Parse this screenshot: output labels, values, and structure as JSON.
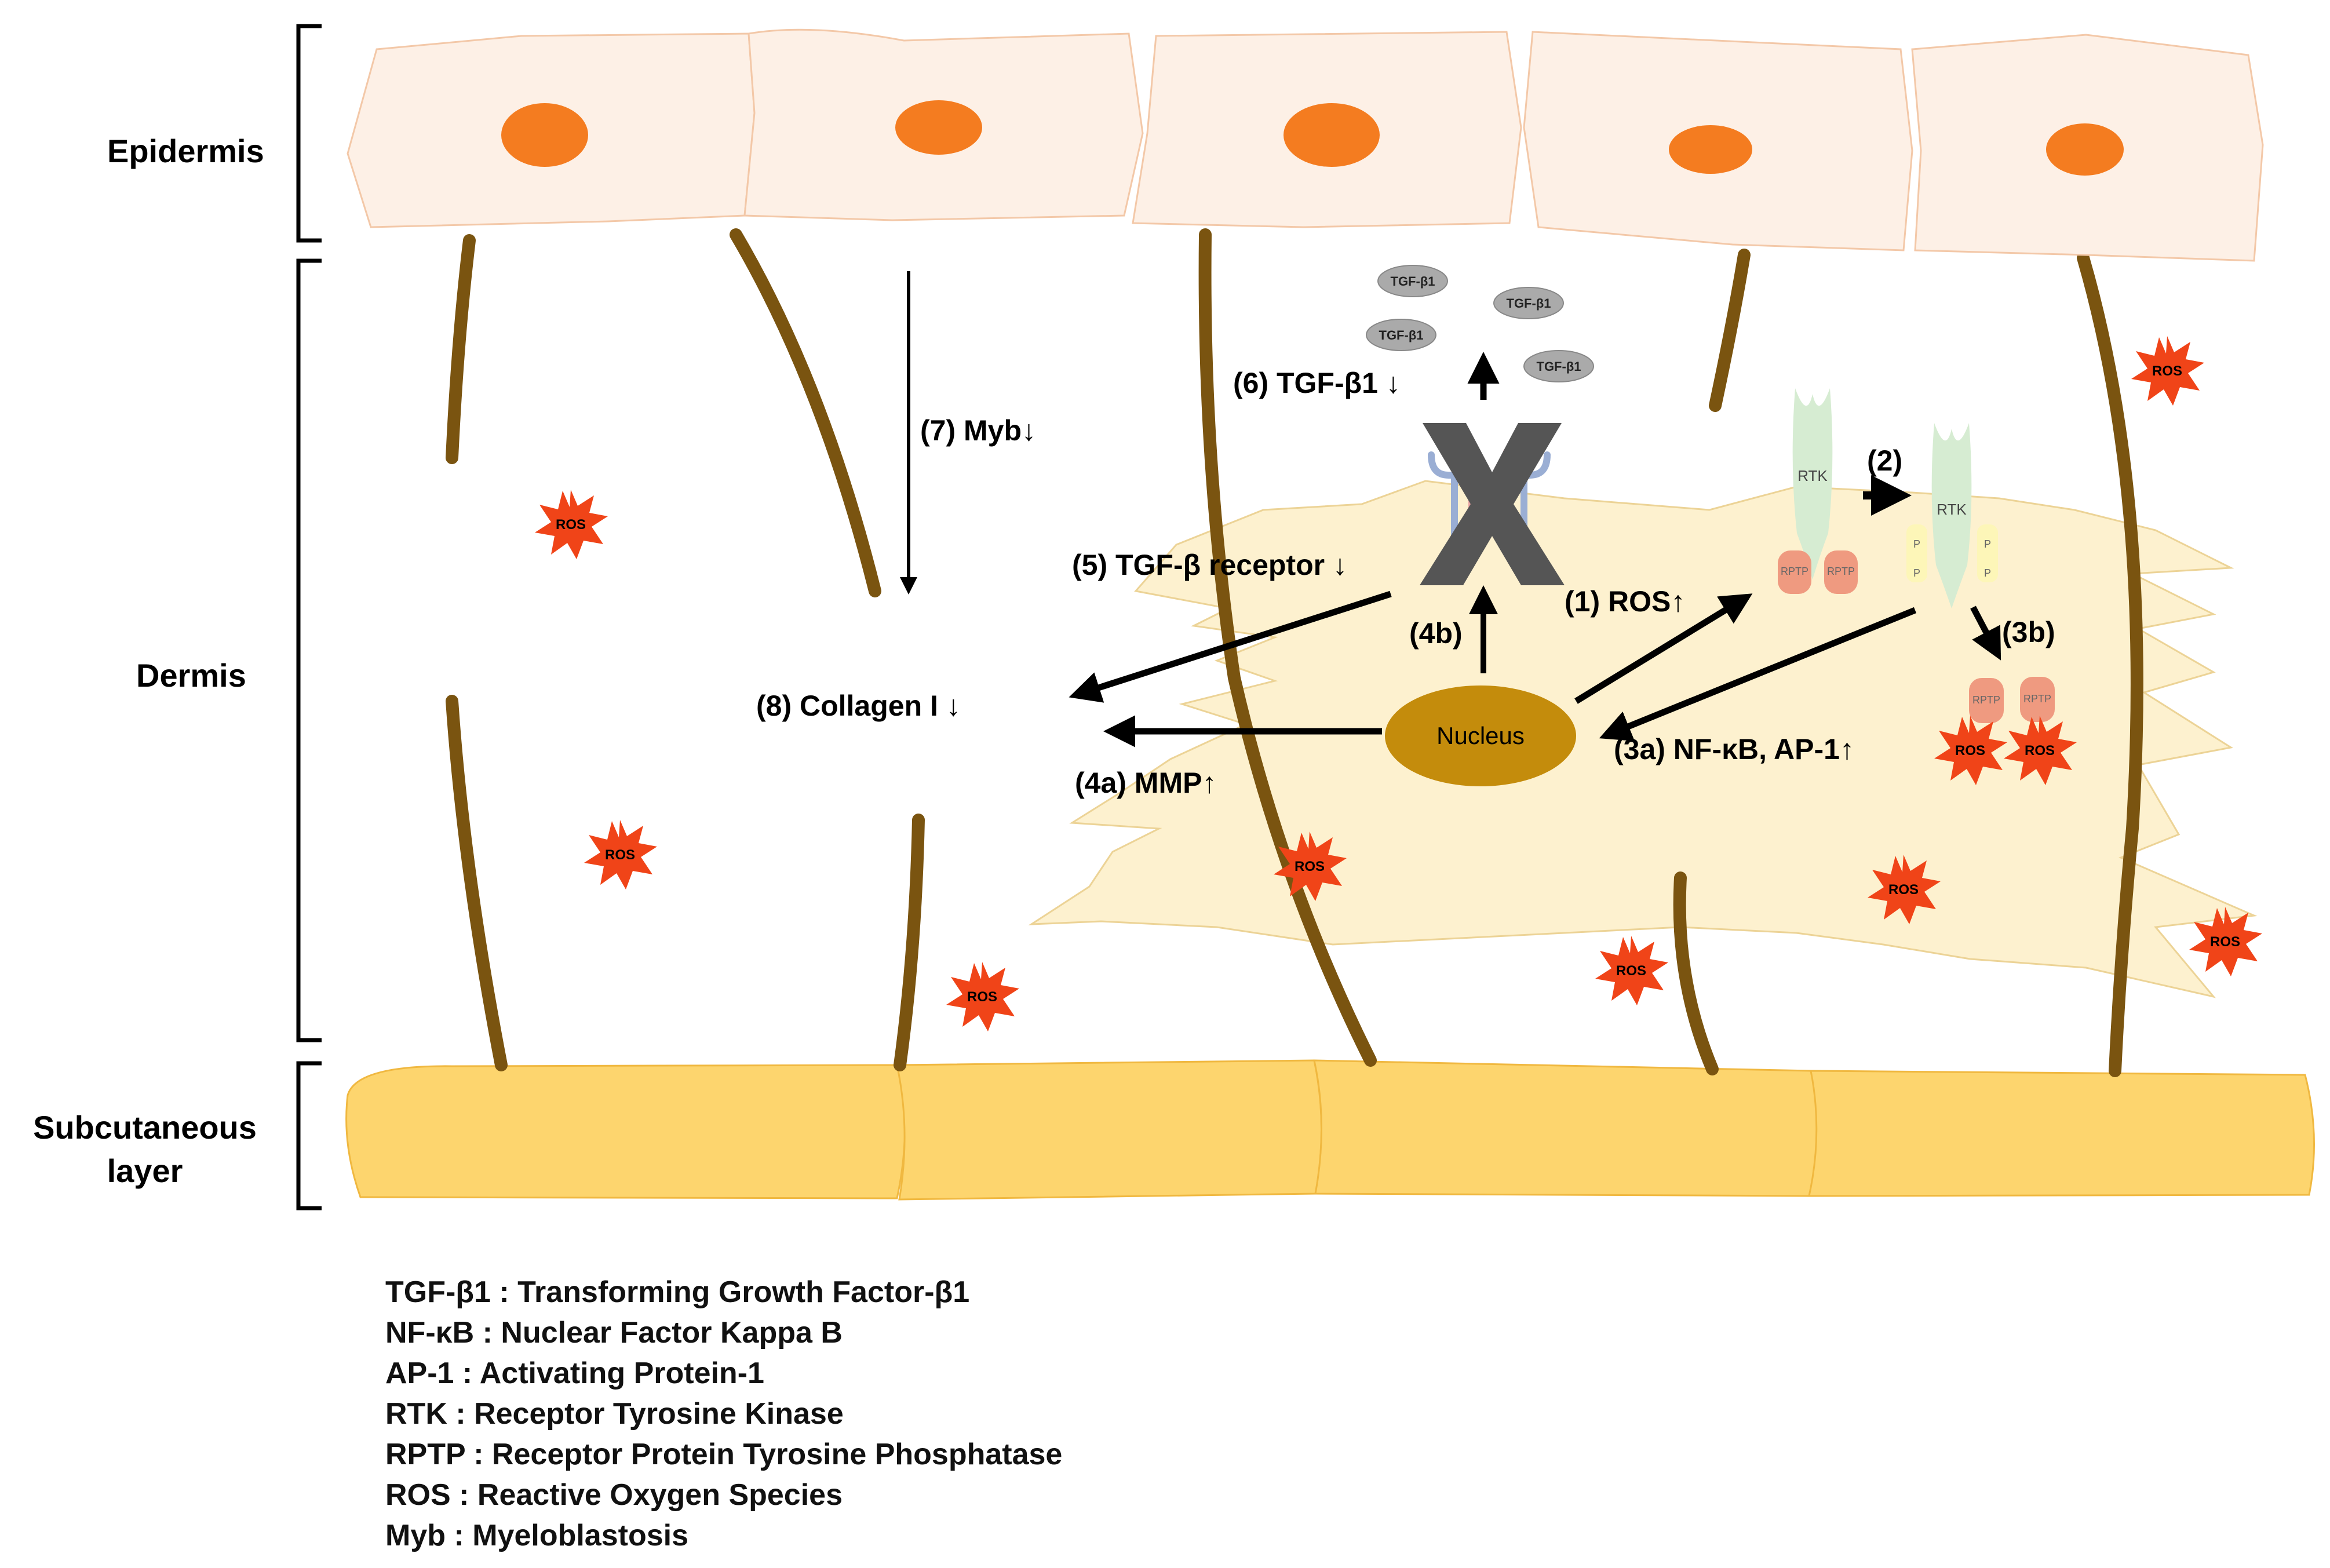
{
  "layers": {
    "epidermis": "Epidermis",
    "dermis": "Dermis",
    "subcutaneous_line1": "Subcutaneous",
    "subcutaneous_line2": "layer"
  },
  "labels": {
    "tgf_molecule": "TGF-β1",
    "ros": "ROS",
    "rtk": "RTK",
    "rptp": "RPTP",
    "phospho": "P",
    "nucleus": "Nucleus"
  },
  "steps": {
    "s1": "(1) ROS↑",
    "s2": "(2)",
    "s3a": "(3a) NF-κB, AP-1↑",
    "s3b": "(3b)",
    "s4a": "(4a) MMP↑",
    "s4b": "(4b)",
    "s5": "(5)  TGF-β receptor ↓",
    "s6": "(6) TGF-β1 ↓",
    "s7": "(7) Myb↓",
    "s8": "(8) Collagen  I ↓"
  },
  "legend": [
    "TGF-β1 : Transforming Growth Factor-β1",
    "NF-κB : Nuclear Factor Kappa B",
    "AP-1 : Activating Protein-1",
    "RTK : Receptor Tyrosine Kinase",
    "RPTP : Receptor Protein Tyrosine Phosphatase",
    "ROS : Reactive Oxygen Species",
    "Myb : Myeloblastosis"
  ],
  "colors": {
    "epidermis_cell": "#fdf0e6",
    "cell_nucleus": "#f47c20",
    "collagen_fiber": "#7a5410",
    "fibroblast": "#fdf1cf",
    "nucleus": "#c48c0c",
    "subcutaneous": "#fdd56e",
    "ros_star": "#f04418",
    "rtk": "#d6ecd2",
    "rptp": "#ef9a80",
    "receptor_blocked_x": "#555555"
  }
}
